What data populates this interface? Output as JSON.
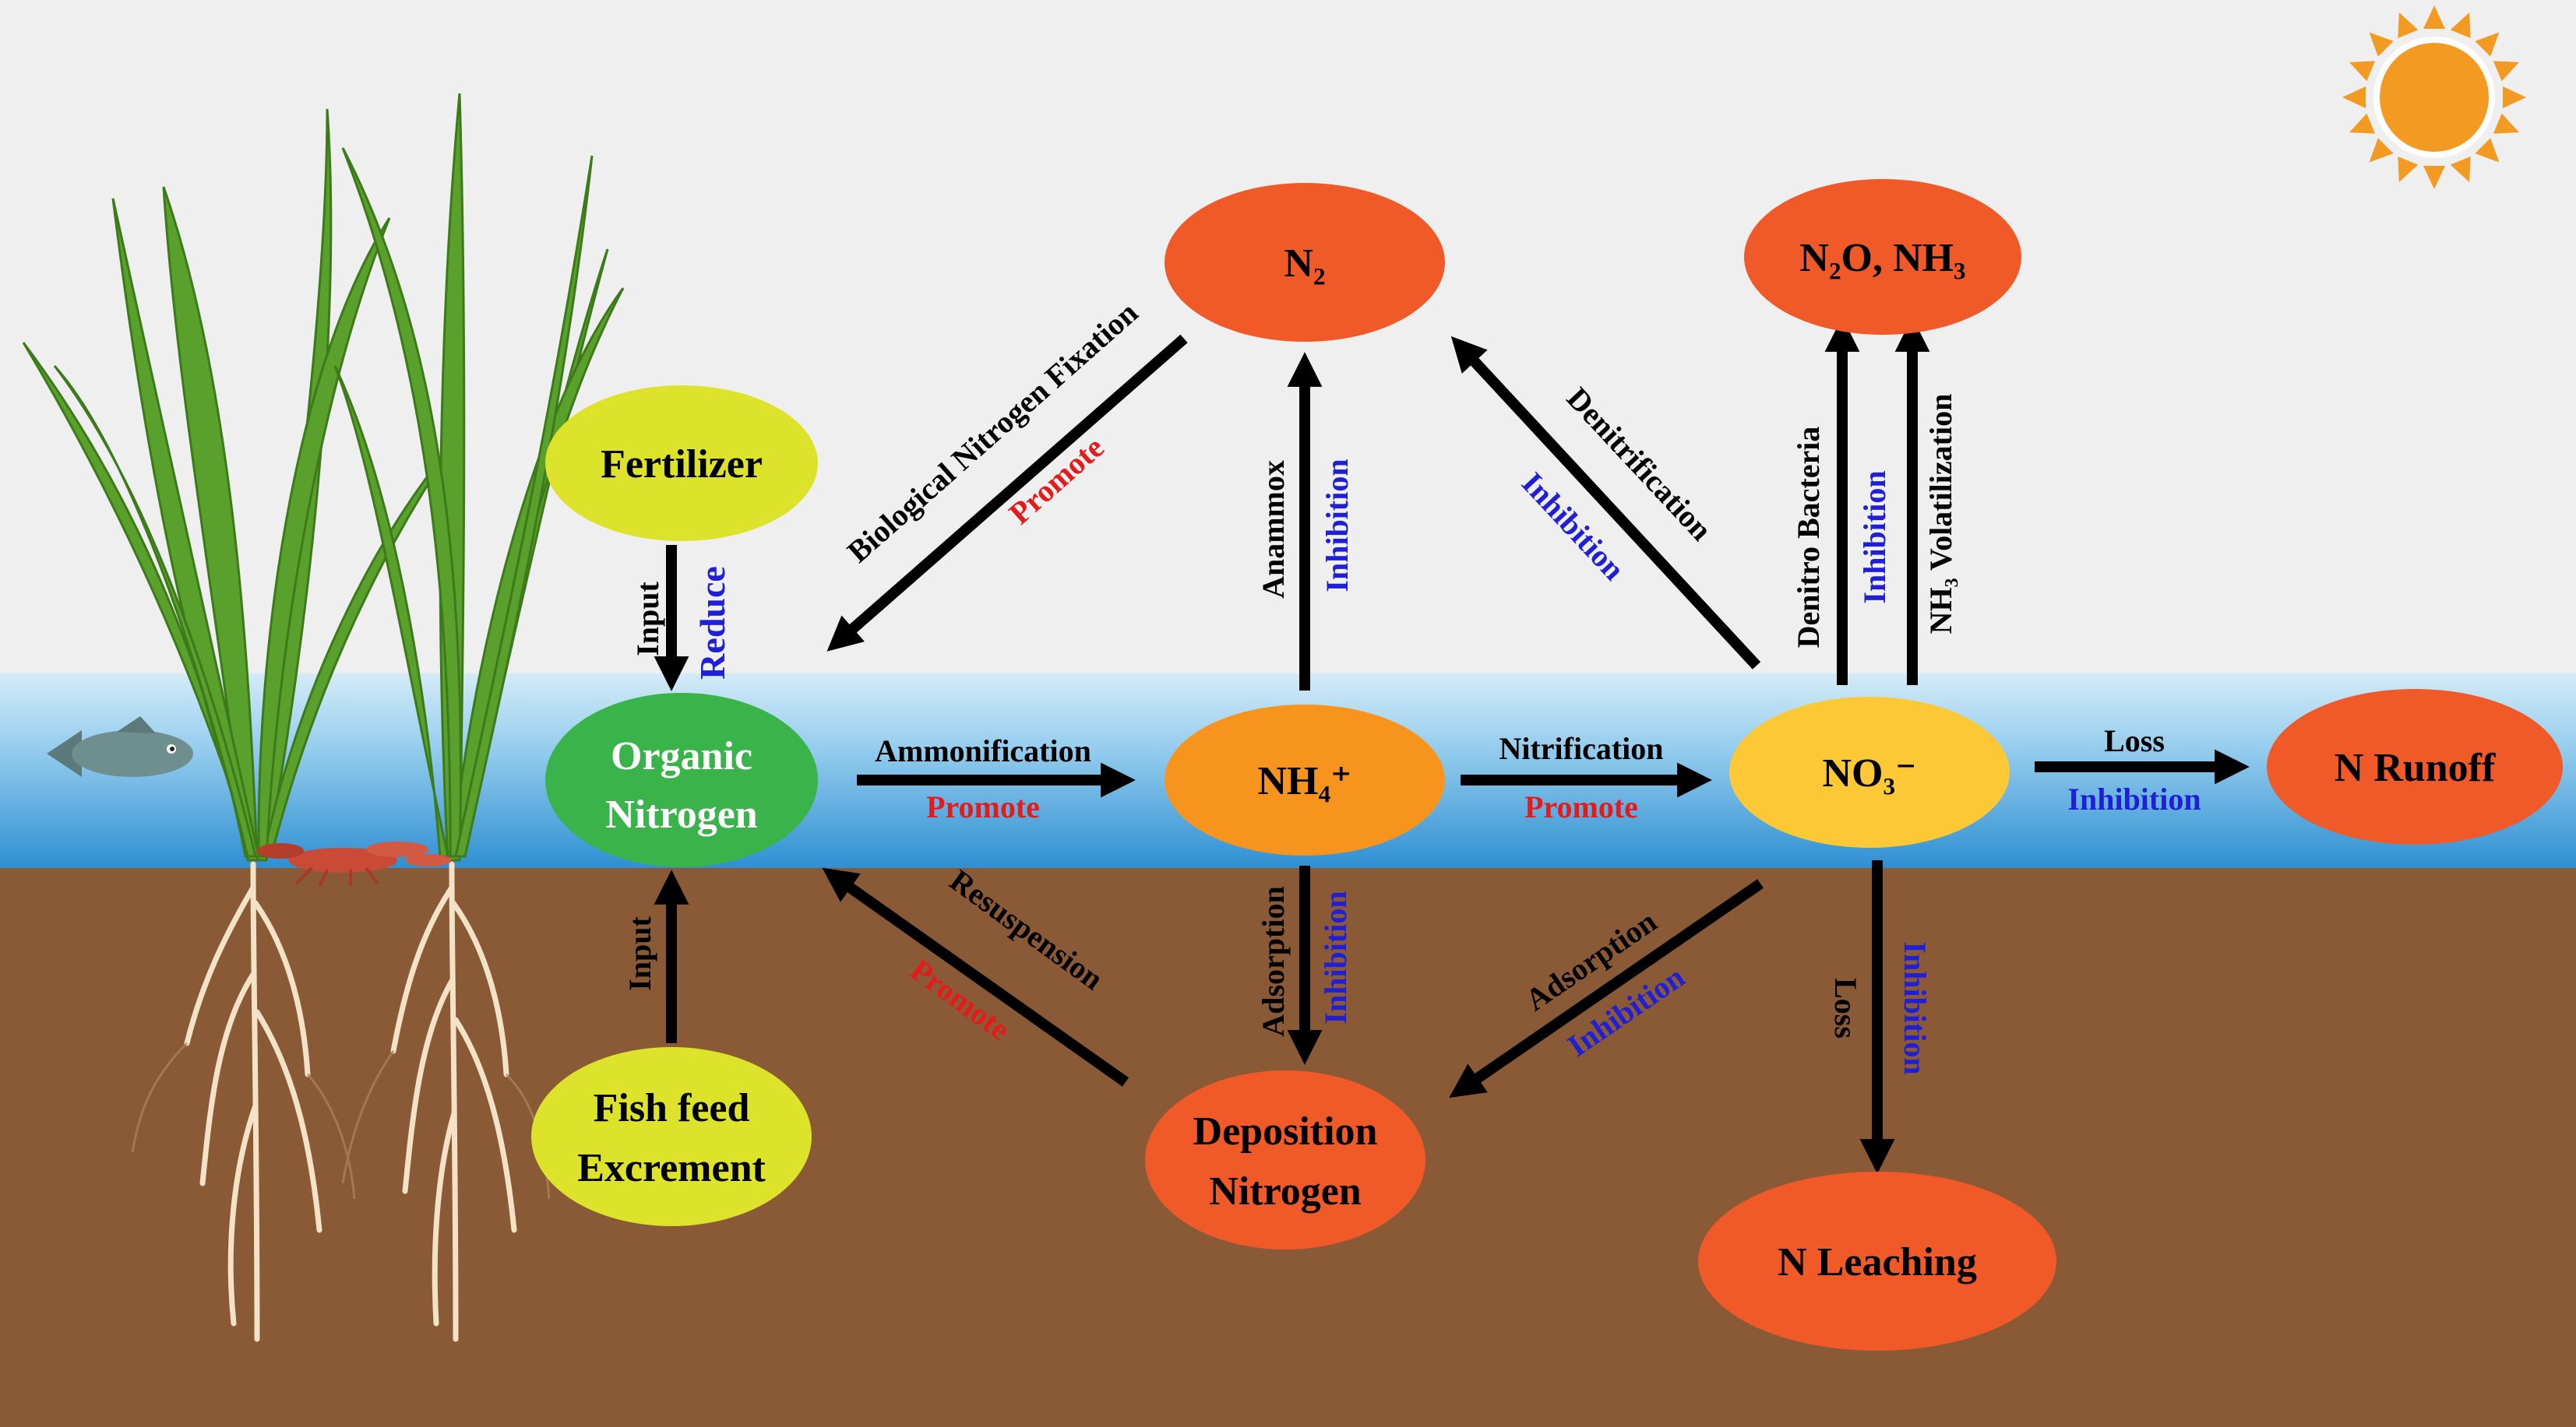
{
  "colors": {
    "sky": "#efefef",
    "water_top": "#d4ebf7",
    "water_mid": "#7ec1ea",
    "water_bottom": "#2f8fd2",
    "soil": "#8a5a37",
    "sun": "#f29a22",
    "red_node": "#ef5a28",
    "orange_node": "#f7941d",
    "yellow_node": "#fcc836",
    "lime_node": "#dde22a",
    "green_node": "#3ab44a",
    "promote": "#e41b1b",
    "inhibition": "#1f1fd6",
    "black": "#000000"
  },
  "nodes": {
    "fertilizer": "Fertilizer",
    "organic_1": "Organic",
    "organic_2": "Nitrogen",
    "nh4": "NH₄⁺",
    "no3": "NO₃⁻",
    "n2": "N₂",
    "n2o_nh3": "N₂O, NH₃",
    "n_runoff": "N Runoff",
    "deposition_1": "Deposition",
    "deposition_2": "Nitrogen",
    "fish_feed_1": "Fish feed",
    "fish_feed_2": "Excrement",
    "n_leaching": "N Leaching"
  },
  "labels": {
    "input_top": "Input",
    "reduce": "Reduce",
    "bio_fixation": "Biological Nitrogen Fixation",
    "promote_fixation": "Promote",
    "anammox": "Anammox",
    "inhibition_anammox": "Inhibition",
    "denitrification": "Denitrification",
    "inhibition_denit": "Inhibition",
    "denitro_bacteria": "Denitro Bacteria",
    "inhibition_bacteria": "Inhibition",
    "nh3_volatilization": "NH₃ Volatilization",
    "ammonification": "Ammonification",
    "promote_ammon": "Promote",
    "nitrification": "Nitrification",
    "promote_nitri": "Promote",
    "loss_runoff": "Loss",
    "inhibition_runoff": "Inhibition",
    "input_bottom": "Input",
    "resuspension": "Resuspension",
    "promote_resusp": "Promote",
    "adsorption_nh4": "Adsorption",
    "inhibition_ads_nh4": "Inhibition",
    "adsorption_no3": "Adsorption",
    "inhibition_ads_no3": "Inhibition",
    "loss_leaching": "Loss",
    "inhibition_leaching": "Inhibition"
  },
  "icons": [
    "sun-icon",
    "rice-plant-icon",
    "fish-icon",
    "crayfish-icon"
  ]
}
